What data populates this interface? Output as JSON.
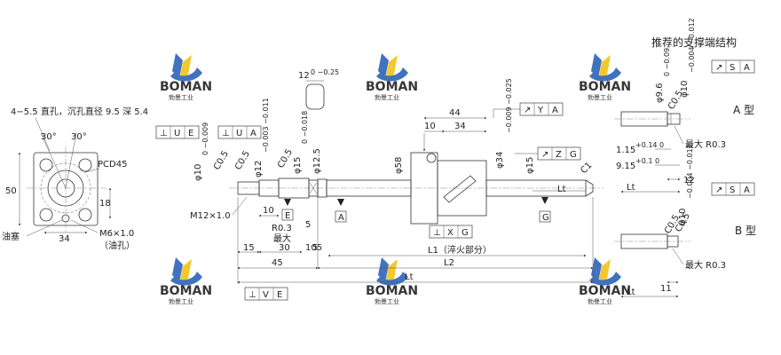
{
  "colors": {
    "line": "#333333",
    "logo_blue": "#2d63b8",
    "logo_yellow": "#f2c318"
  },
  "watermarks": [
    {
      "text": "BOMAN",
      "sub": "勃曼工业",
      "icon": "boman-logo-icon"
    },
    {
      "text": "BOMAN",
      "sub": "勃曼工业",
      "icon": "boman-logo-icon"
    },
    {
      "text": "BOMAN",
      "sub": "勃曼工业",
      "icon": "boman-logo-icon"
    },
    {
      "text": "BOMAN",
      "sub": "勃曼工业",
      "icon": "boman-logo-icon"
    },
    {
      "text": "BOMAN",
      "sub": "勃曼工业",
      "icon": "boman-logo-icon"
    },
    {
      "text": "BOMAN",
      "sub": "勃曼工业",
      "icon": "boman-logo-icon"
    }
  ],
  "side_view": {
    "hole_note": "4−5.5 直孔，沉孔直径 9.5 深 5.4",
    "angle_a": "30°",
    "angle_b": "30°",
    "pcd": "PCD45",
    "height": "50",
    "offset": "18",
    "width": "34",
    "oil_hole": "M6×1.0",
    "oil_hole_note": "（油孔）",
    "oil_plug": "油塞"
  },
  "main_view": {
    "key_top": "12",
    "key_tol": "0 −0.25",
    "gtol_u": [
      "⊥",
      "U",
      "E"
    ],
    "gtol_ua": [
      "⊥",
      "U",
      "A"
    ],
    "d10": "φ10",
    "d10_tol": "0 −0.009",
    "c05a": "C0.5",
    "c05b": "C0.5",
    "d12": "φ12",
    "d12_tol": "−0.003 −0.011",
    "c05c": "C0.5",
    "d15": "φ15",
    "d15_tol": "0 −0.018",
    "d125": "φ12.5",
    "m12": "M12×1.0",
    "dim10": "10",
    "r03": "R0.3",
    "max": "最大",
    "dim5a": "5",
    "dim5b": "5",
    "dim15": "15",
    "dim30": "30",
    "dim105": "105",
    "dim45": "45",
    "datum_e": "E",
    "datum_a": "A",
    "datum_g": "G",
    "nut_44": "44",
    "nut_10": "10",
    "nut_34": "34",
    "gtol_ya": [
      "↗",
      "Y",
      "A"
    ],
    "d58": "φ58",
    "d34": "φ34",
    "d34_tol": "−0.009 −0.025",
    "gtol_xg": [
      "⊥",
      "X",
      "G"
    ],
    "gtol_zg": [
      "↗",
      "Z",
      "G"
    ],
    "d15b": "φ15",
    "c1": "C1",
    "lt": "Lt",
    "l1": "L1（淬火部分）",
    "l2": "L2",
    "gtol_ve": [
      "⊥",
      "V",
      "E"
    ]
  },
  "support_end": {
    "title": "推荐的支撑端结构",
    "type_a": "A 型",
    "type_b": "B 型",
    "gtol_sa_a": [
      "↗",
      "S",
      "A"
    ],
    "gtol_sa_b": [
      "↗",
      "S",
      "A"
    ],
    "d96": "φ9.6",
    "d96_tol": "0 −0.09",
    "c05": "C0.5",
    "d10a": "φ10",
    "d10a_tol": "−0.004 −0.012",
    "d10b": "φ10",
    "d10b_tol": "−0.004 −0.012",
    "c05b": "C0.5",
    "c05c": "C0.5",
    "dim115": "1.15",
    "dim115_tol": "+0.14 0",
    "dim915": "9.15",
    "dim915_tol": "+0.1 0",
    "max_r03_a": "最大 R0.3",
    "max_r03_b": "最大 R0.3",
    "dim12": "12",
    "dim11": "11",
    "lt_a": "Lt",
    "lt_b": "Lt"
  }
}
